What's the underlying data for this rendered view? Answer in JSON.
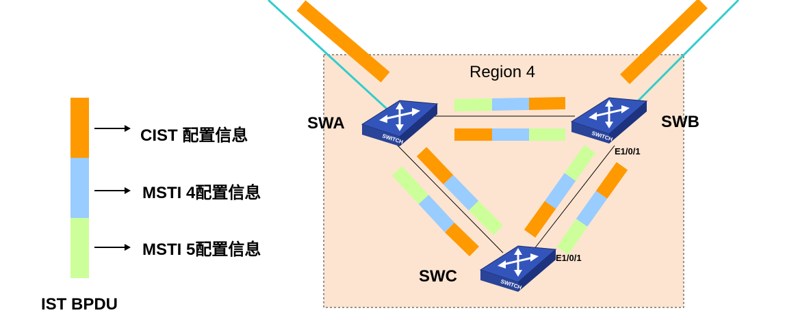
{
  "legend": {
    "items": [
      {
        "label": "CIST 配置信息",
        "color": "#ff9900"
      },
      {
        "label": "MSTI 4配置信息",
        "color": "#99ccff"
      },
      {
        "label": "MSTI 5配置信息",
        "color": "#ccff99"
      }
    ],
    "caption": "IST BPDU"
  },
  "region": {
    "label": "Region 4",
    "fill": "#fce4d0"
  },
  "switches": {
    "swa": {
      "label": "SWA",
      "device_text": "SWITCH"
    },
    "swb": {
      "label": "SWB",
      "device_text": "SWITCH"
    },
    "swc": {
      "label": "SWC",
      "device_text": "SWITCH"
    }
  },
  "ports": {
    "swb_port": "E1/0/1",
    "swc_port": "E1/0/1"
  },
  "colors": {
    "cist": "#ff9900",
    "msti4": "#99ccff",
    "msti5": "#ccff99",
    "uplink": "#33cccc",
    "switch_body": "#3355bb"
  },
  "icons": [
    "switch-icon",
    "arrow-icon"
  ]
}
